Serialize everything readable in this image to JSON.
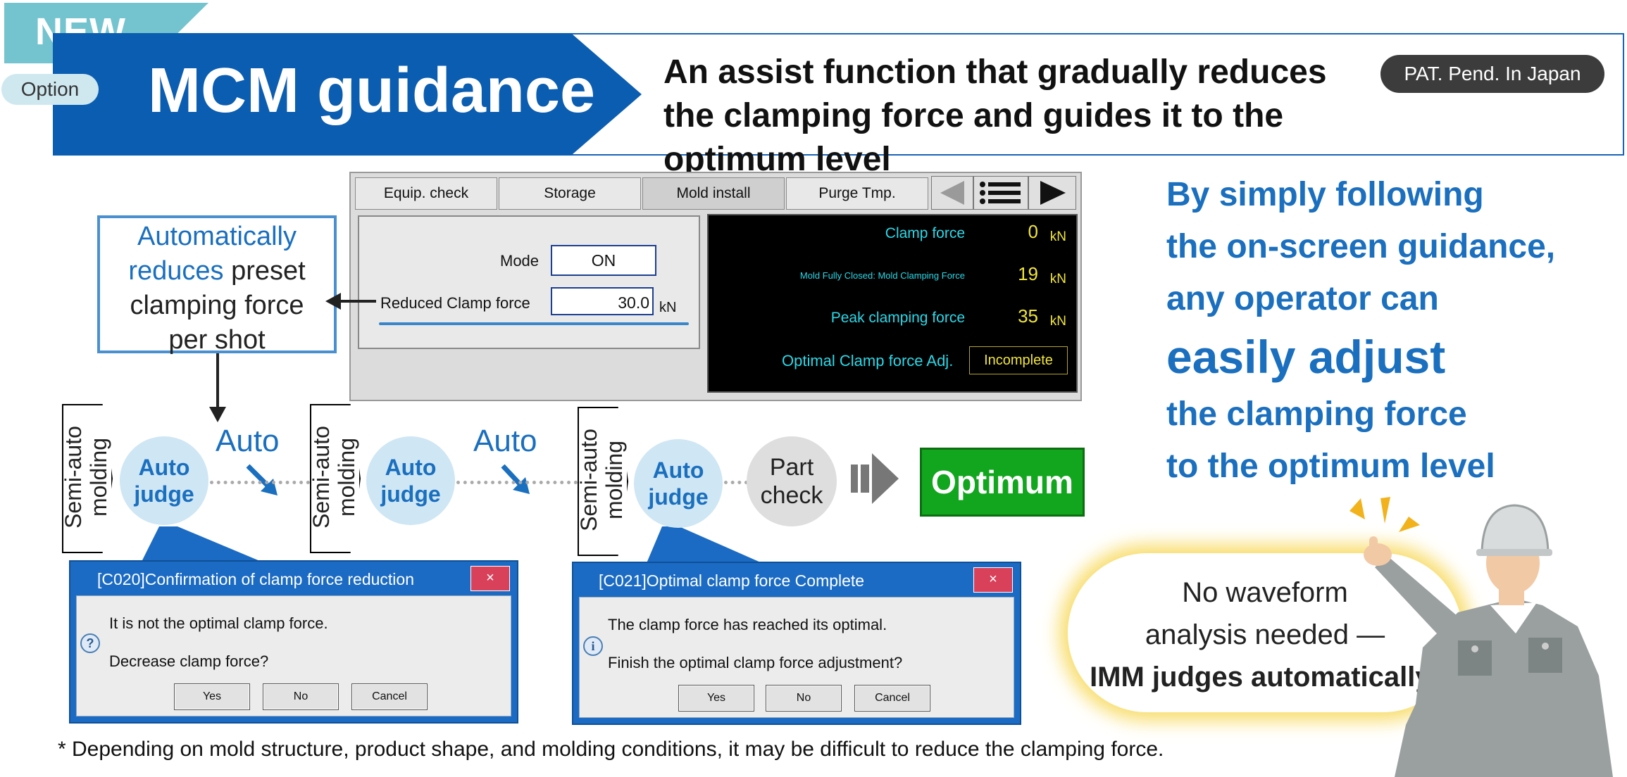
{
  "header": {
    "new_badge": "NEW",
    "option_pill": "Option",
    "title": "MCM guidance",
    "subtitle_line1": "An assist function that gradually reduces",
    "subtitle_line2": "the clamping force and guides it to the optimum level",
    "patent": "PAT. Pend. In Japan"
  },
  "screen": {
    "tabs": [
      {
        "label": "Equip. check"
      },
      {
        "label": "Storage"
      },
      {
        "label": "Mold install",
        "active": true
      },
      {
        "label": "Purge Tmp."
      }
    ],
    "mode_label": "Mode",
    "mode_value": "ON",
    "reduced_label": "Reduced Clamp force",
    "reduced_value": "30.0",
    "reduced_unit": "kN",
    "readouts": [
      {
        "label": "Clamp force",
        "value": "0",
        "unit": "kN"
      },
      {
        "label": "Mold Fully Closed: Mold Clamping Force",
        "value": "19",
        "unit": "kN"
      },
      {
        "label": "Peak clamping force",
        "value": "35",
        "unit": "kN"
      }
    ],
    "optimal_label": "Optimal Clamp force Adj.",
    "optimal_value": "Incomplete"
  },
  "callout": {
    "line1_blue": "Automatically",
    "line2_blue": "reduces",
    "line2_rest": " preset",
    "line3": "clamping force",
    "line4": "per shot"
  },
  "flow": {
    "semi_line1": "Semi-auto",
    "semi_line2": "molding",
    "judge_line1": "Auto",
    "judge_line2": "judge",
    "auto_label": "Auto",
    "part_line1": "Part",
    "part_line2": "check",
    "optimum": "Optimum"
  },
  "dialog1": {
    "title": "[C020]Confirmation of clamp force reduction",
    "close": "×",
    "message1": "It is not the optimal clamp force.",
    "message2": "Decrease clamp force?",
    "buttons": [
      "Yes",
      "No",
      "Cancel"
    ]
  },
  "dialog2": {
    "title": "[C021]Optimal clamp force Complete",
    "close": "×",
    "message1": "The clamp force has reached its optimal.",
    "message2": "Finish the optimal clamp force adjustment?",
    "buttons": [
      "Yes",
      "No",
      "Cancel"
    ]
  },
  "right_message": {
    "line1": "By simply following",
    "line2": "the on-screen guidance,",
    "line3": "any operator can",
    "line4": "easily adjust",
    "line5": "the clamping force",
    "line6": "to the optimum level"
  },
  "bubble": {
    "line1": "No waveform",
    "line2": "analysis needed —",
    "line3": "IMM judges automatically!"
  },
  "footnote": "* Depending on mold structure, product shape, and molding conditions, it may be difficult to reduce the clamping force.",
  "colors": {
    "brand_blue": "#0a5db0",
    "accent_teal": "#74c4cf",
    "optimum_green": "#12a61e",
    "readout_cyan": "#2ad9e8",
    "readout_yellow": "#f0e53a"
  }
}
